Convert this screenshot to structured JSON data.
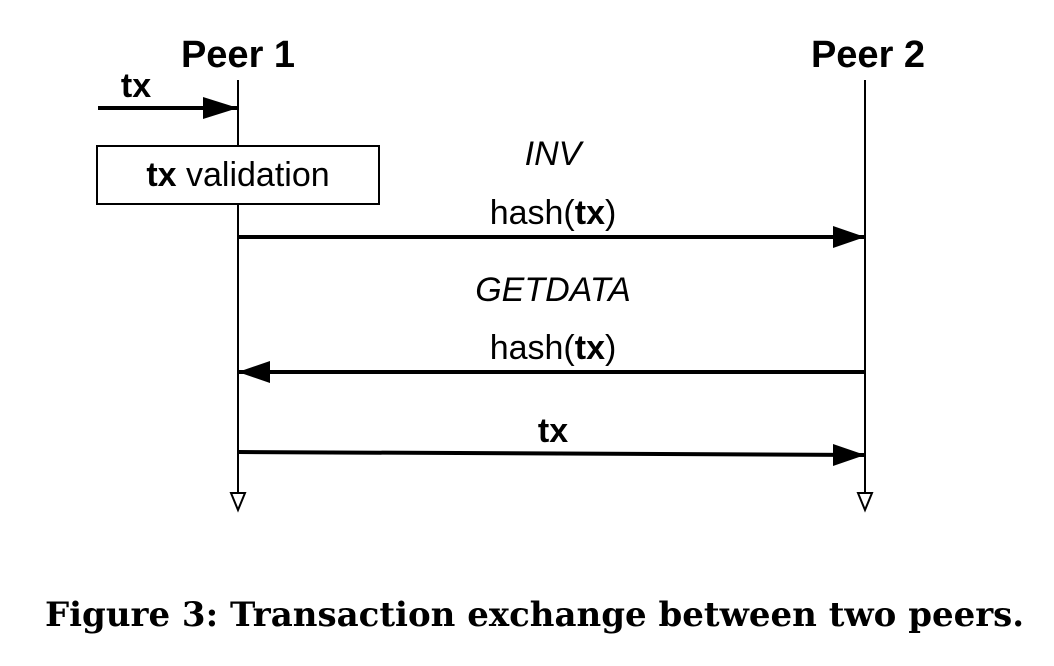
{
  "participants": {
    "peer1": "Peer 1",
    "peer2": "Peer 2"
  },
  "incoming": {
    "label": "tx"
  },
  "validation_box": {
    "bold_part": "tx",
    "rest": " validation"
  },
  "messages": [
    {
      "title": "INV",
      "prefix": "hash(",
      "bold_part": "tx",
      "suffix": ")",
      "direction": "peer1-to-peer2"
    },
    {
      "title": "GETDATA",
      "prefix": "hash(",
      "bold_part": "tx",
      "suffix": ")",
      "direction": "peer2-to-peer1"
    },
    {
      "label": "tx",
      "direction": "peer1-to-peer2"
    }
  ],
  "caption": "Figure 3: Transaction exchange between two peers."
}
